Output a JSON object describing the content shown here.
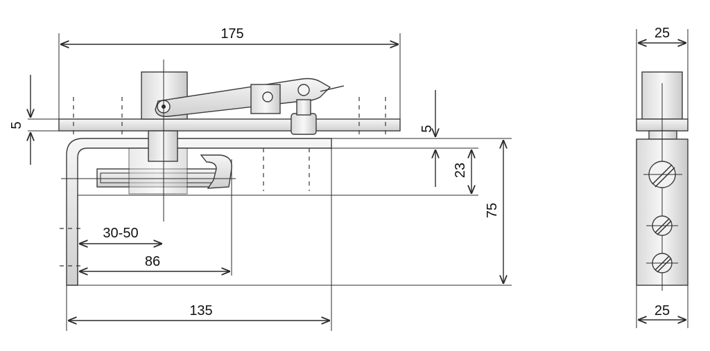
{
  "colors": {
    "outline": "#2a2a2a",
    "metal_light": "#efefef",
    "metal_mid": "#d6d6d6",
    "metal_dark": "#b8b8b8",
    "text": "#111111"
  },
  "dimensions": {
    "overall_width": "175",
    "top_plate_thickness": "5",
    "gap": "5",
    "arm_height": "23",
    "total_height": "75",
    "adjust_range": "30-50",
    "pivot_offset": "86",
    "body_length": "135",
    "side_width_top": "25",
    "side_width_bottom": "25"
  }
}
